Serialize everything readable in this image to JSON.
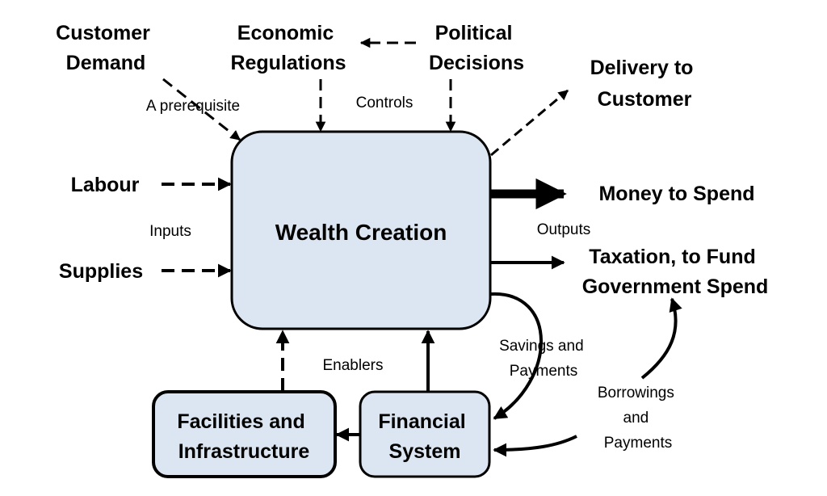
{
  "center": {
    "label": "Wealth Creation"
  },
  "top": {
    "customer_demand": [
      "Customer",
      "Demand"
    ],
    "economic_regulations": [
      "Economic",
      "Regulations"
    ],
    "political_decisions": [
      "Political",
      "Decisions"
    ],
    "prerequisite": "A prerequisite",
    "controls": "Controls"
  },
  "left": {
    "labour": "Labour",
    "supplies": "Supplies",
    "inputs": "Inputs"
  },
  "right": {
    "delivery": [
      "Delivery to",
      "Customer"
    ],
    "money": "Money to Spend",
    "outputs": "Outputs",
    "taxation": [
      "Taxation, to Fund",
      "Government Spend"
    ],
    "savings": [
      "Savings and",
      "Payments"
    ],
    "borrowings": [
      "Borrowings",
      "and",
      "Payments"
    ]
  },
  "bottom": {
    "enablers": "Enablers",
    "facilities": [
      "Facilities and",
      "Infrastructure"
    ],
    "financial": [
      "Financial",
      "System"
    ]
  },
  "colors": {
    "box_fill": "#dce6f2",
    "stroke": "#000000"
  }
}
